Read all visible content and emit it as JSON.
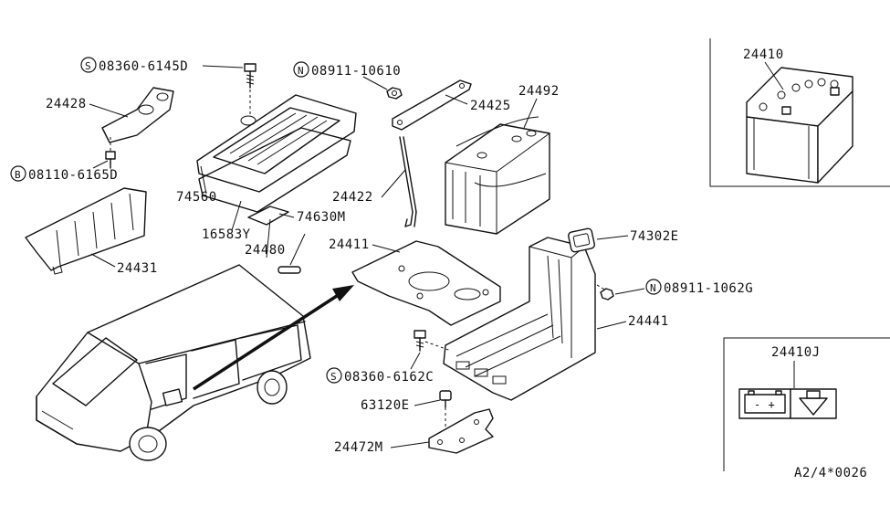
{
  "labels": {
    "p_24428": "24428",
    "p_08360_6145D": "08360-6145D",
    "p_08360_6145D_prefix": "S",
    "p_08911_10610": "08911-10610",
    "p_08911_10610_prefix": "N",
    "p_24425": "24425",
    "p_24492": "24492",
    "p_08110_6165D": "08110-6165D",
    "p_08110_6165D_prefix": "B",
    "p_74560": "74560",
    "p_24422": "24422",
    "p_74630M": "74630M",
    "p_16583Y": "16583Y",
    "p_24480": "24480",
    "p_24411": "24411",
    "p_74302E": "74302E",
    "p_24431": "24431",
    "p_08911_1062G": "08911-1062G",
    "p_08911_1062G_prefix": "N",
    "p_24441": "24441",
    "p_08360_6162C": "08360-6162C",
    "p_08360_6162C_prefix": "S",
    "p_63120E": "63120E",
    "p_24472M": "24472M",
    "p_24410": "24410",
    "p_24410J": "24410J",
    "diagram_code": "A2/4*0026"
  },
  "icons": {
    "battery_label": "battery-icon",
    "arrow_label": "down-arrow-icon"
  }
}
